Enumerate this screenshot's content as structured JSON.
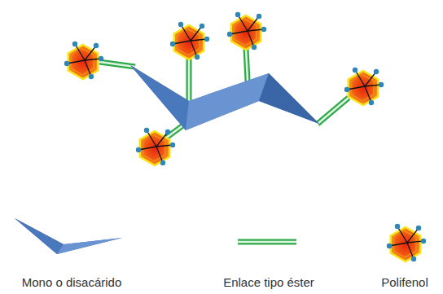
{
  "diagram": {
    "legend": [
      {
        "text": "Mono o disacárido"
      },
      {
        "text": "Enlace tipo éster"
      },
      {
        "text": "Polifenol"
      }
    ]
  }
}
